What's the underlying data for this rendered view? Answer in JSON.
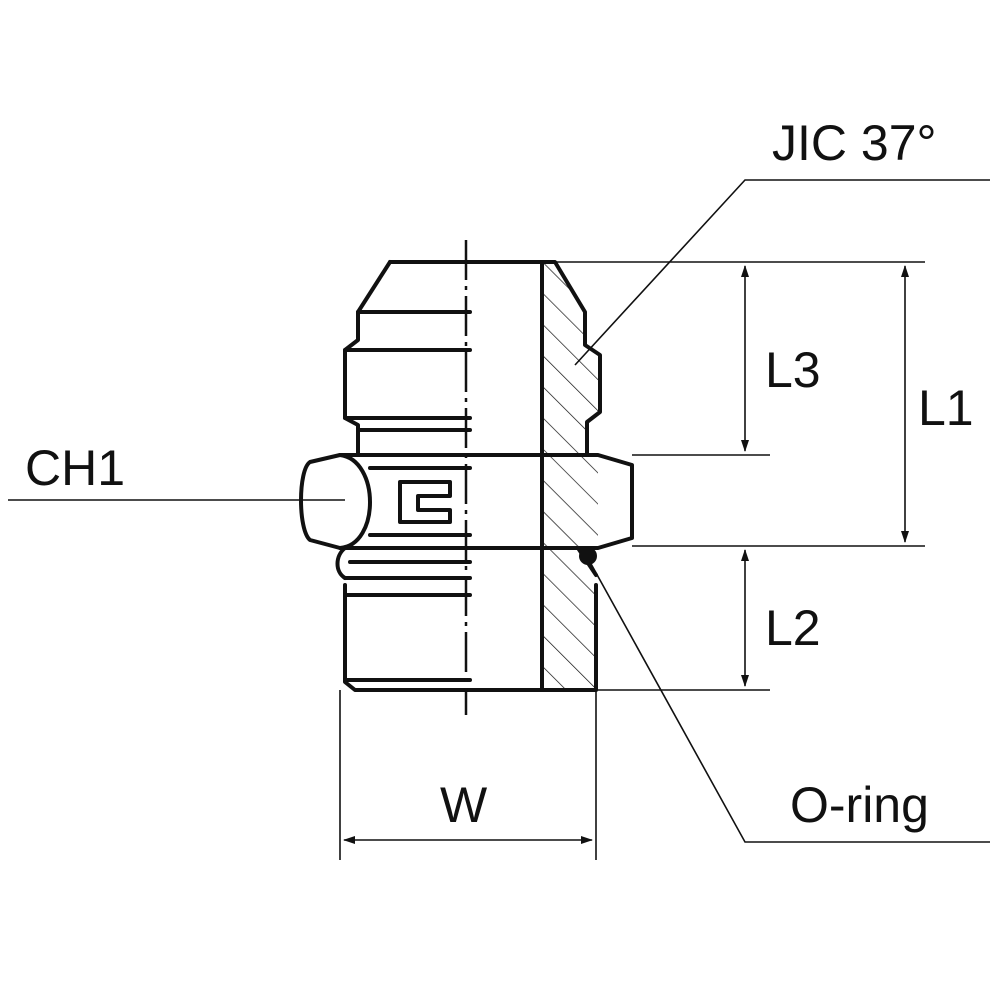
{
  "diagram": {
    "labels": {
      "jic": "JIC 37°",
      "ch1": "CH1",
      "l3": "L3",
      "l1": "L1",
      "l2": "L2",
      "w": "W",
      "oring": "O-ring"
    },
    "colors": {
      "line": "#111111",
      "background": "#ffffff"
    }
  }
}
